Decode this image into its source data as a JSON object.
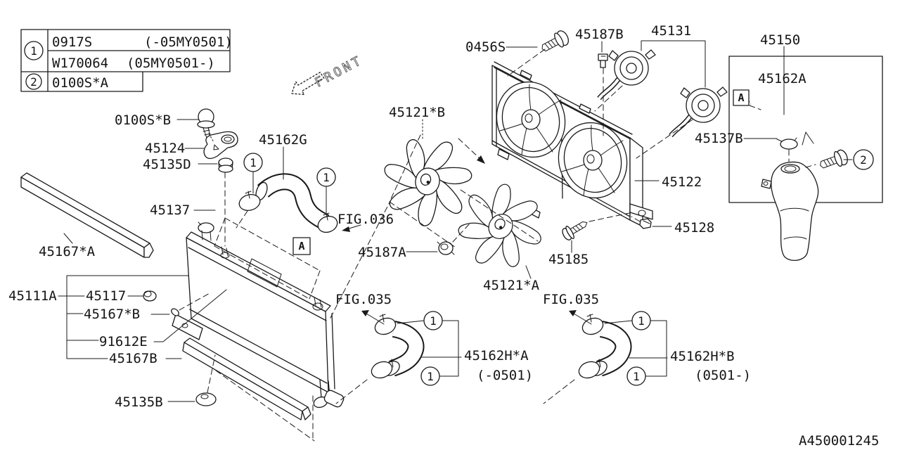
{
  "drawing": {
    "id": "A450001245",
    "front_label": "FRONT"
  },
  "legend": {
    "rows": [
      {
        "ref": "1",
        "part": "0917S",
        "note": "(-05MY0501)"
      },
      {
        "ref": "1",
        "part": "W170064",
        "note": "(05MY0501-)"
      },
      {
        "ref": "2",
        "part": "0100S*A",
        "note": ""
      }
    ]
  },
  "callout": {
    "one": "1",
    "two": "2",
    "a": "A"
  },
  "figures": {
    "fig036": "FIG.036",
    "fig035_left": "FIG.035",
    "fig035_right": "FIG.035"
  },
  "labels": {
    "bolt_0100sb": "0100S*B",
    "bracket_45124": "45124",
    "nut_45135d": "45135D",
    "hose_45162g": "45162G",
    "cap_45137": "45137",
    "seal_45167a": "45167*A",
    "radiator_45111a": "45111A",
    "grommet_45117": "45117",
    "seal_45167b_star": "45167*B",
    "packing_91612e": "91612E",
    "bracket_45167b": "45167B",
    "plug_45135b": "45135B",
    "fan_45121b": "45121*B",
    "nut_45187a": "45187A",
    "fan_45121a": "45121*A",
    "hose_45162ha": "45162H*A",
    "note_45162ha": "(-0501)",
    "hose_45162hb": "45162H*B",
    "note_45162hb": "(0501-)",
    "bolt_0456s": "0456S",
    "clip_45187b": "45187B",
    "motor_45131": "45131",
    "tank_45150": "45150",
    "tube_45162a": "45162A",
    "cap_45137b": "45137B",
    "shroud_45122": "45122",
    "plug_45128": "45128",
    "screw_45185": "45185"
  }
}
